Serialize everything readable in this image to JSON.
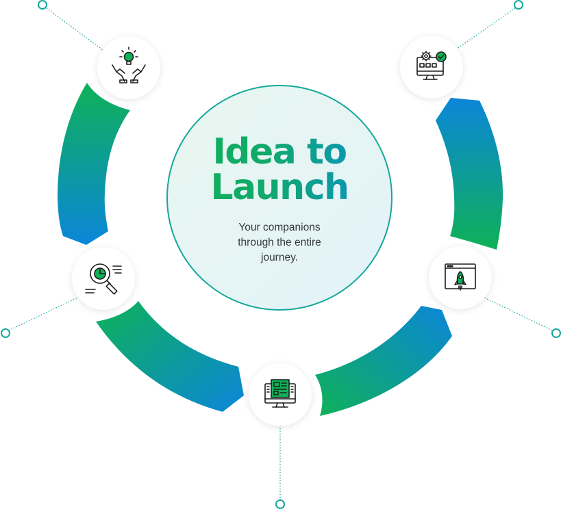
{
  "center": {
    "title_line1": "Idea to",
    "title_line2": "Launch",
    "subtitle_line1": "Your companions",
    "subtitle_line2": "through the entire",
    "subtitle_line3": "journey."
  },
  "colors": {
    "green": "#0fb157",
    "teal": "#13a89a",
    "blue": "#0b86d9",
    "icon_stroke": "#1c1c1c",
    "connector": "#13a89a"
  },
  "nodes": [
    {
      "id": "ideation",
      "icon": "lightbulb-hands-icon"
    },
    {
      "id": "development",
      "icon": "gear-monitor-check-icon"
    },
    {
      "id": "research",
      "icon": "magnifier-chart-icon"
    },
    {
      "id": "design",
      "icon": "monitor-wireframe-icon"
    },
    {
      "id": "launch",
      "icon": "browser-rocket-icon"
    }
  ]
}
